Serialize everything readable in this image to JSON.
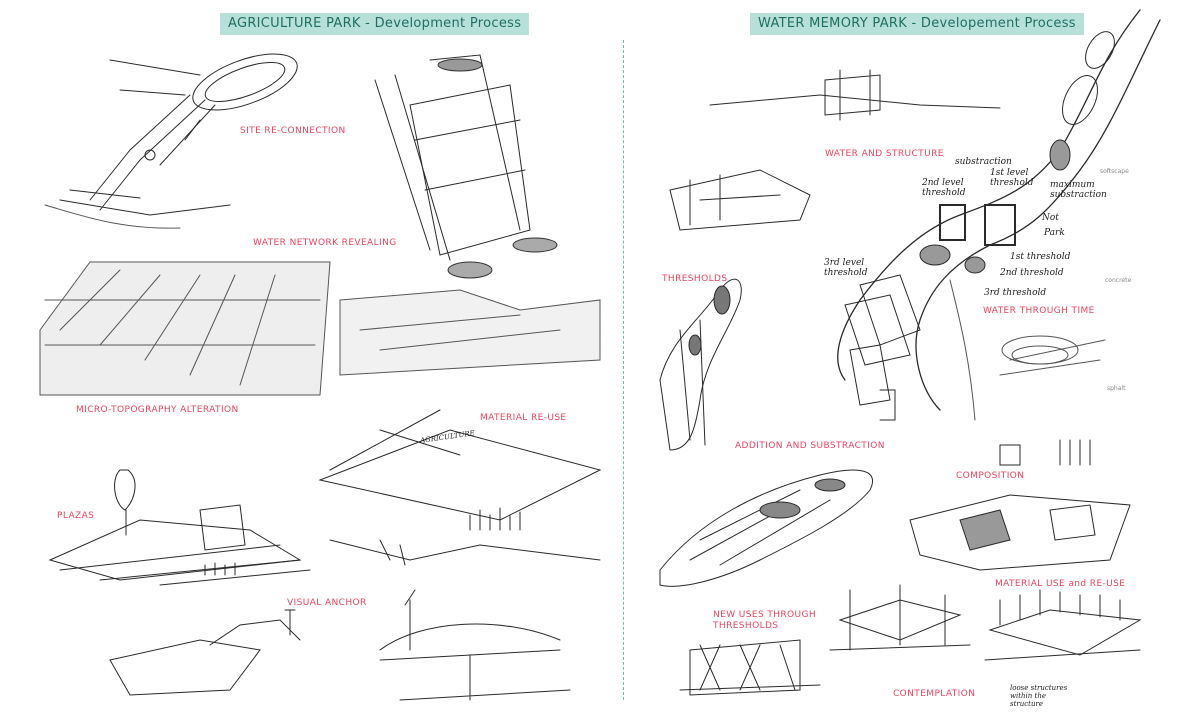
{
  "left_panel": {
    "title": "AGRICULTURE PARK - Development Process",
    "labels": {
      "site_reconnection": "SITE RE-CONNECTION",
      "water_network": "WATER NETWORK REVEALING",
      "micro_topography": "MICRO-TOPOGRAPHY ALTERATION",
      "material_reuse": "MATERIAL RE-USE",
      "plazas": "PLAZAS",
      "visual_anchor": "VISUAL ANCHOR"
    },
    "annotations": {
      "agriculture": "AGRICULTURE"
    }
  },
  "right_panel": {
    "title": "WATER MEMORY PARK - Developement Process",
    "labels": {
      "water_structure": "WATER AND  STRUCTURE",
      "thresholds": "THRESHOLDS",
      "water_through_time": "WATER THROUGH TIME",
      "addition_substraction": "ADDITION AND  SUBSTRACTION",
      "composition": "COMPOSITION",
      "material_use_reuse": "MATERIAL USE and RE-USE",
      "new_uses_line1": "NEW USES THROUGH",
      "new_uses_line2": "THRESHOLDS",
      "contemplation": "CONTEMPLATION"
    },
    "annotations": {
      "substraction": "substraction",
      "second_level_threshold": "2nd level threshold",
      "first_level_threshold": "1st level threshold",
      "maximum_substraction": "maximum substraction",
      "not": "Not",
      "park": "Park",
      "third_level_threshold": "3rd level threshold",
      "first_threshold": "1st threshold",
      "second_threshold": "2nd threshold",
      "third_threshold": "3rd threshold",
      "loose_structures": "loose structures within the structure"
    },
    "materials": {
      "softscape": "softscape",
      "concrete": "concrete",
      "asphalt": "sphalt"
    }
  }
}
